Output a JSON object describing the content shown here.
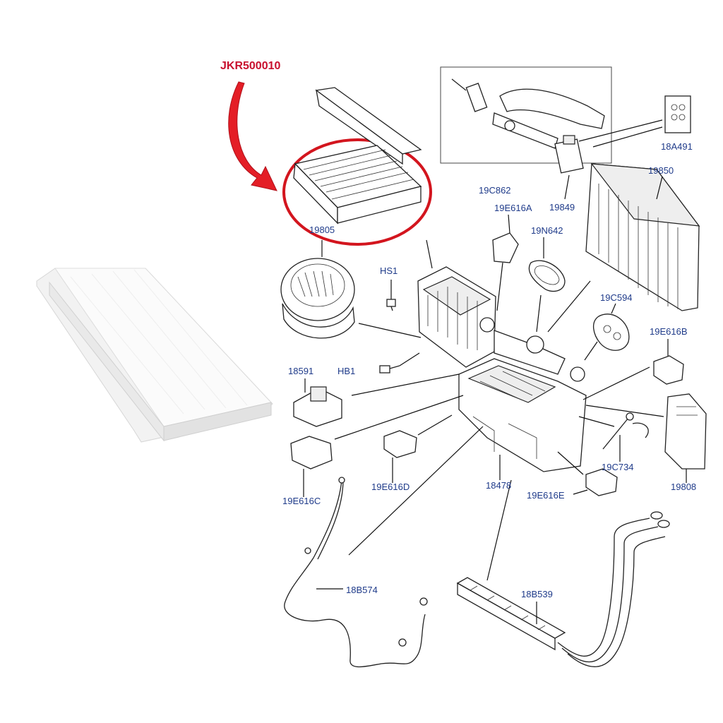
{
  "callout": {
    "part_number": "JKR500010",
    "color": "#c8102e"
  },
  "labels": {
    "l_18a491": "18A491",
    "l_19c862": "19C862",
    "l_19849": "19849",
    "l_19850": "19850",
    "l_19e616a": "19E616A",
    "l_19805": "19805",
    "l_19n642": "19N642",
    "l_hs1": "HS1",
    "l_19c594": "19C594",
    "l_19e616b": "19E616B",
    "l_18591": "18591",
    "l_hb1": "HB1",
    "l_19c734": "19C734",
    "l_19e616d": "19E616D",
    "l_19808": "19808",
    "l_18478": "18478",
    "l_19e616c": "19E616C",
    "l_19e616e": "19E616E",
    "l_18b574": "18B574",
    "l_18b539": "18B539"
  },
  "colors": {
    "label_text": "#1f3b8a",
    "line": "#222222"
  }
}
